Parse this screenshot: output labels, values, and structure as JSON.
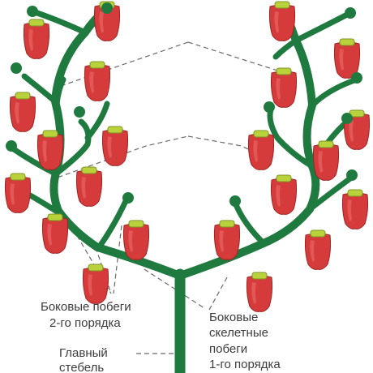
{
  "diagram": {
    "labels": {
      "side_shoots_2nd_line1": "Боковые побеги",
      "side_shoots_2nd_line2": "2-го порядка",
      "skeletal_line1": "Боковые",
      "skeletal_line2": "скелетные",
      "skeletal_line3": "побеги",
      "skeletal_line4": "1-го порядка",
      "main_stem_line1": "Главный",
      "main_stem_line2": "стебель"
    },
    "colors": {
      "stem": "#1f7a3f",
      "pepper": "#d63b3b",
      "pepper_cap": "#b9d23c",
      "label_text": "#3c3c3c",
      "leader_line": "#6a6a6a"
    },
    "icons": [
      "pepper-icon",
      "shoot-tip-icon"
    ]
  }
}
